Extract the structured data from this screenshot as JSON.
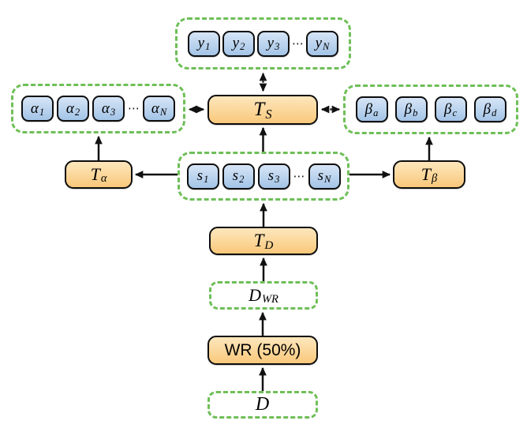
{
  "colors": {
    "dashed_green": "#6ebf57",
    "chip_fill_top": "#d6e5f6",
    "chip_fill_bottom": "#a3c4e7",
    "node_fill_top": "#fde7bd",
    "node_fill_bottom": "#f9c87b",
    "line": "#111111"
  },
  "groups": {
    "y": {
      "ellipsis": "⋯",
      "items": [
        {
          "base": "y",
          "sub": "1"
        },
        {
          "base": "y",
          "sub": "2"
        },
        {
          "base": "y",
          "sub": "3"
        },
        {
          "base": "y",
          "sub": "N"
        }
      ]
    },
    "alpha": {
      "ellipsis": "⋯",
      "items": [
        {
          "base": "α",
          "sub": "1"
        },
        {
          "base": "α",
          "sub": "2"
        },
        {
          "base": "α",
          "sub": "3"
        },
        {
          "base": "α",
          "sub": "N"
        }
      ]
    },
    "s": {
      "ellipsis": "⋯",
      "items": [
        {
          "base": "s",
          "sub": "1"
        },
        {
          "base": "s",
          "sub": "2"
        },
        {
          "base": "s",
          "sub": "3"
        },
        {
          "base": "s",
          "sub": "N"
        }
      ]
    },
    "beta": {
      "items": [
        {
          "base": "β",
          "sub": "a"
        },
        {
          "base": "β",
          "sub": "b"
        },
        {
          "base": "β",
          "sub": "c"
        },
        {
          "base": "β",
          "sub": "d"
        }
      ]
    }
  },
  "nodes": {
    "t_s": {
      "base": "T",
      "sub": "S"
    },
    "t_alpha": {
      "base": "T",
      "sub": "α"
    },
    "t_beta": {
      "base": "T",
      "sub": "β"
    },
    "t_d": {
      "base": "T",
      "sub": "D"
    },
    "d_wr": {
      "base": "D",
      "sub": "WR"
    },
    "wr": {
      "label": "WR (50%)"
    },
    "d": {
      "base": "D",
      "sub": ""
    }
  }
}
